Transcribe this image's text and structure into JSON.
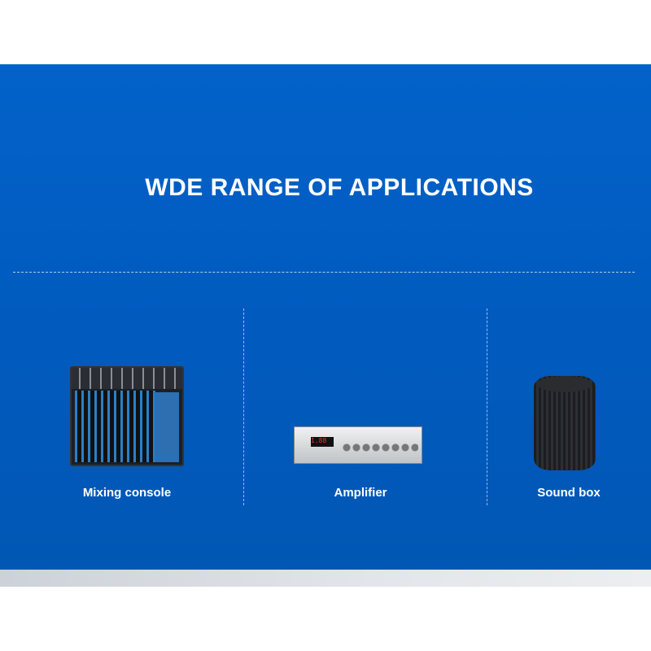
{
  "header": {
    "title": "WDE RANGE OF APPLICATIONS"
  },
  "applications": [
    {
      "label": "Mixing console",
      "icon": "mixing-console-image"
    },
    {
      "label": "Amplifier",
      "icon": "amplifier-image",
      "display": "1.88"
    },
    {
      "label": "Sound box",
      "icon": "speaker-image"
    }
  ],
  "colors": {
    "background": "#015cc0",
    "text": "#ffffff",
    "band": "#dfe2e6"
  }
}
